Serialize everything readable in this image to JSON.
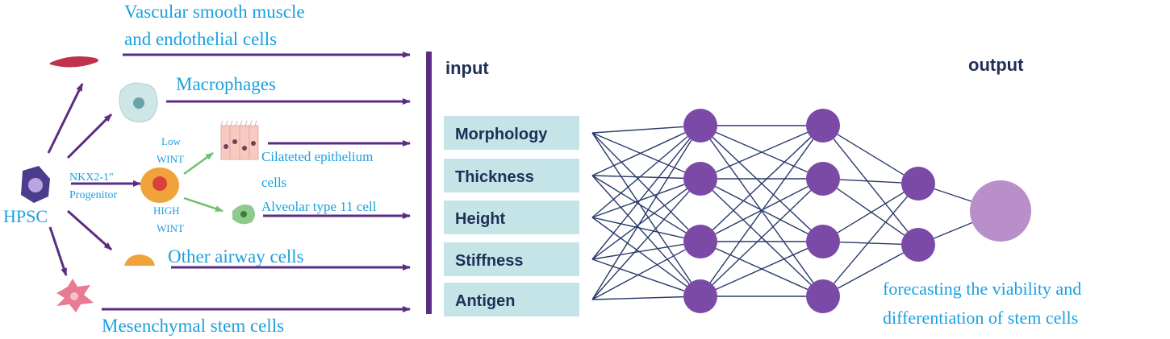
{
  "colors": {
    "arrow": "#5b2d82",
    "label_blue": "#1aa0e0",
    "input_box": "#c5e4e8",
    "input_text": "#1f2f57",
    "node": "#7b4aa6",
    "output_node": "#b88fc9",
    "edge": "#2a3a6a",
    "heading": "#1f2f57"
  },
  "origin": {
    "label": "HPSC"
  },
  "progenitor": {
    "line1": "NKX2-1\"",
    "line2": "Progenitor"
  },
  "wnt": {
    "low_line1": "Low",
    "low_line2": "WINT",
    "high_line1": "HIGH",
    "high_line2": "WINT"
  },
  "lineages": {
    "vascular_line1": "Vascular smooth muscle",
    "vascular_line2": "and endothelial cells",
    "macrophages": "Macrophages",
    "ciliated_line1": "Cilateted epithelium",
    "ciliated_line2": "cells",
    "alveolar": "Alveolar type 11 cell",
    "airway": "Other airway cells",
    "mesenchymal": "Mesenchymal stem cells"
  },
  "network": {
    "input_heading": "input",
    "output_heading": "output",
    "inputs": [
      "Morphology",
      "Thickness",
      "Height",
      "Stiffness",
      "Antigen"
    ],
    "caption_line1": "forecasting the viability and",
    "caption_line2": "differentiation of stem cells"
  }
}
